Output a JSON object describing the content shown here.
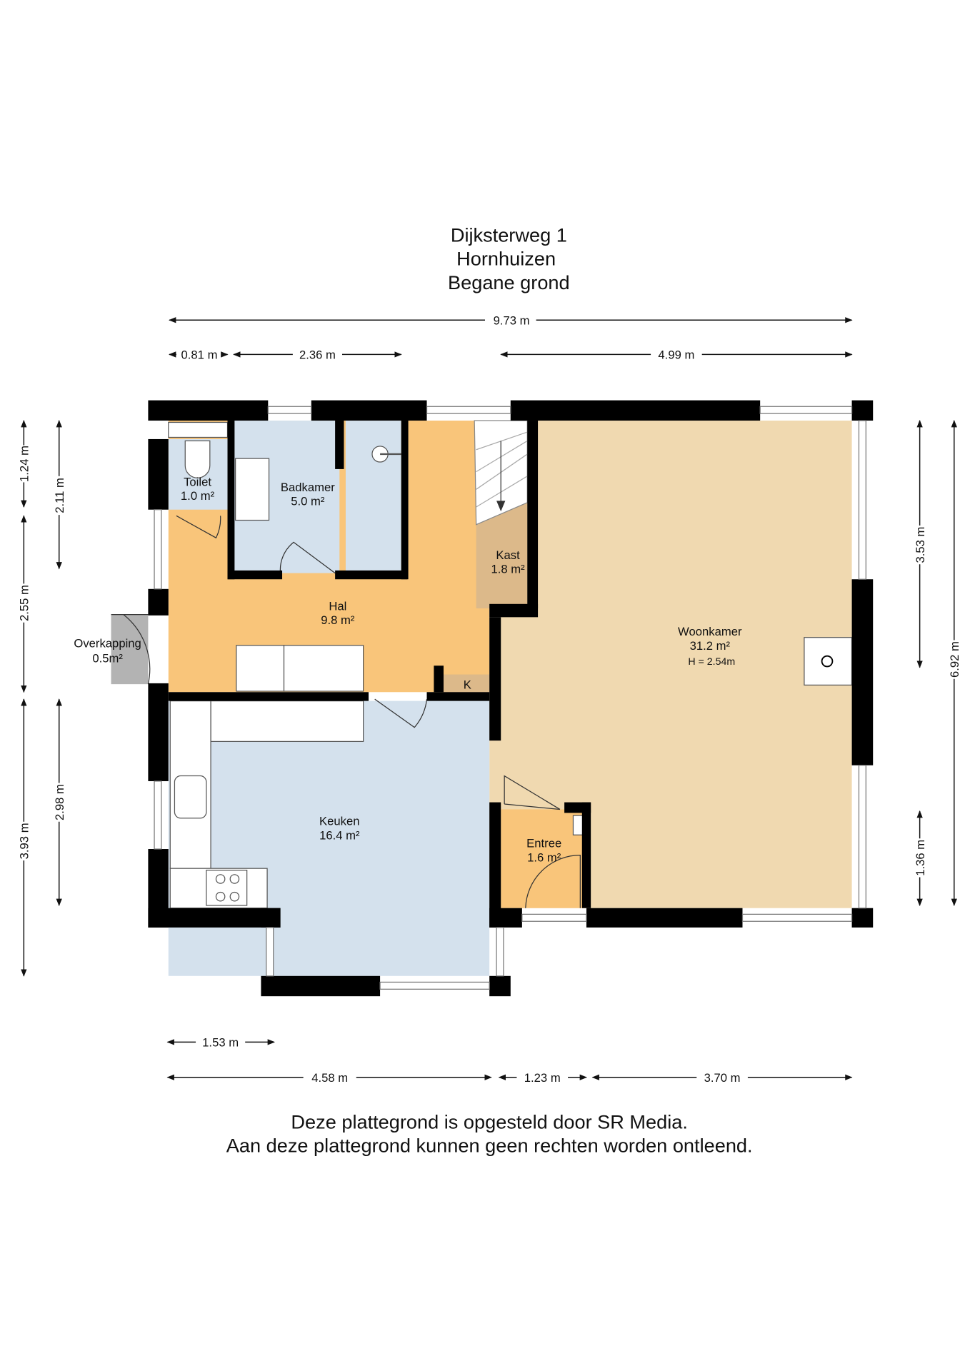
{
  "title": {
    "line1": "Dijksterweg 1",
    "line2": "Hornhuizen",
    "line3": "Begane grond"
  },
  "rooms": {
    "toilet": {
      "name": "Toilet",
      "area": "1.0 m²"
    },
    "badkamer": {
      "name": "Badkamer",
      "area": "5.0 m²"
    },
    "kast": {
      "name": "Kast",
      "area": "1.8 m²"
    },
    "hal": {
      "name": "Hal",
      "area": "9.8 m²"
    },
    "overkapping": {
      "name": "Overkapping",
      "area": "0.5m²"
    },
    "woonkamer": {
      "name": "Woonkamer",
      "area": "31.2 m²",
      "height": "H = 2.54m"
    },
    "keuken": {
      "name": "Keuken",
      "area": "16.4 m²"
    },
    "entree": {
      "name": "Entree",
      "area": "1.6 m²"
    },
    "k_label": "K"
  },
  "dimensions": {
    "top_total": "9.73 m",
    "top_a": "0.81 m",
    "top_b": "2.36 m",
    "top_c": "4.99 m",
    "left_a": "1.24 m",
    "left_b": "2.55 m",
    "left_c": "3.93 m",
    "left_d": "2.11 m",
    "left_e": "2.98 m",
    "right_a": "3.53 m",
    "right_b": "1.36 m",
    "right_total": "6.92 m",
    "bottom_a": "1.53 m",
    "bottom_b": "4.58 m",
    "bottom_c": "1.23 m",
    "bottom_d": "3.70 m"
  },
  "footer": {
    "line1": "Deze plattegrond is opgesteld door SR Media.",
    "line2": "Aan deze plattegrond kunnen geen rechten worden ontleend."
  },
  "colors": {
    "hal": "#f9c57a",
    "wet": "#d4e1ed",
    "living": "#f0d9b0",
    "kast": "#dcb98a",
    "overkapping": "#b3b3b3"
  }
}
